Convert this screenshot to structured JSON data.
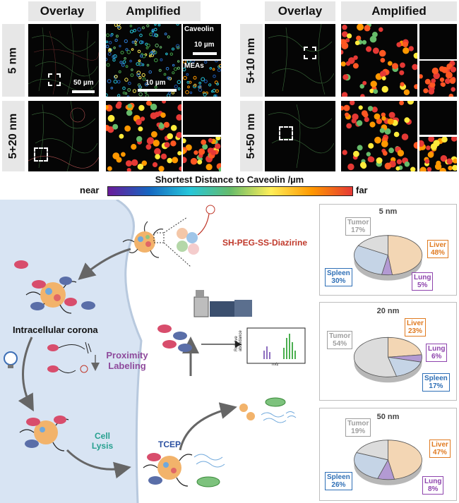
{
  "top": {
    "headers": {
      "overlay_left": "Overlay",
      "amplified_left": "Amplified",
      "overlay_right": "Overlay",
      "amplified_right": "Amplified"
    },
    "rows": {
      "r1": "5 nm",
      "r2": "5+20 nm",
      "r3": "5+10 nm",
      "r4": "5+50 nm"
    },
    "scale_labels": {
      "overlay": "50 µm",
      "amplified": "10 µm",
      "caveolin_scale": "10 µm"
    },
    "channel_labels": {
      "caveolin": "Caveolin",
      "meas": "MEAs"
    },
    "colorbar": {
      "title": "Shortest Distance to Caveolin /µm",
      "near": "near",
      "far": "far",
      "stops": [
        "#6a1b9a",
        "#1565c0",
        "#26c6da",
        "#66bb6a",
        "#ffee58",
        "#ff9800",
        "#e53935"
      ]
    }
  },
  "diagram": {
    "reagent": "SH-PEG-SS-Diazirine",
    "intracellular_corona": "Intracellular corona",
    "proximity_labeling": "Proximity\nLabeling",
    "cell_lysis": "Cell\nLysis",
    "tcep": "TCEP",
    "ms_ylabel": "Relative\nabundance",
    "ms_xlabel": "m/z",
    "colors": {
      "cell_bg": "#d8e4f3",
      "protein_red": "#d84d6c",
      "protein_blue": "#5a6ea8",
      "prox_text": "#8e4a9c",
      "lysis_text": "#27a08f",
      "tcep_text": "#2a4fa0",
      "reagent_text": "#c0392b"
    }
  },
  "pies": [
    {
      "title": "5 nm",
      "slices": [
        {
          "name": "Liver",
          "pct": "48%",
          "value": 48,
          "color": "#f3d6b4",
          "label_color": "#e07a20"
        },
        {
          "name": "Lung",
          "pct": "5%",
          "value": 5,
          "color": "#b39ad3",
          "label_color": "#8e44ad"
        },
        {
          "name": "Spleen",
          "pct": "30%",
          "value": 30,
          "color": "#c5d4e6",
          "label_color": "#2e6fb6"
        },
        {
          "name": "Tumor",
          "pct": "17%",
          "value": 17,
          "color": "#dcdcdc",
          "label_color": "#9e9e9e"
        }
      ]
    },
    {
      "title": "20 nm",
      "slices": [
        {
          "name": "Liver",
          "pct": "23%",
          "value": 23,
          "color": "#f3d6b4",
          "label_color": "#e07a20"
        },
        {
          "name": "Lung",
          "pct": "6%",
          "value": 6,
          "color": "#b39ad3",
          "label_color": "#8e44ad"
        },
        {
          "name": "Spleen",
          "pct": "17%",
          "value": 17,
          "color": "#c5d4e6",
          "label_color": "#2e6fb6"
        },
        {
          "name": "Tumor",
          "pct": "54%",
          "value": 54,
          "color": "#dcdcdc",
          "label_color": "#9e9e9e"
        }
      ]
    },
    {
      "title": "50 nm",
      "slices": [
        {
          "name": "Liver",
          "pct": "47%",
          "value": 47,
          "color": "#f3d6b4",
          "label_color": "#e07a20"
        },
        {
          "name": "Lung",
          "pct": "8%",
          "value": 8,
          "color": "#b39ad3",
          "label_color": "#8e44ad"
        },
        {
          "name": "Spleen",
          "pct": "26%",
          "value": 26,
          "color": "#c5d4e6",
          "label_color": "#2e6fb6"
        },
        {
          "name": "Tumor",
          "pct": "19%",
          "value": 19,
          "color": "#dcdcdc",
          "label_color": "#9e9e9e"
        }
      ]
    }
  ]
}
